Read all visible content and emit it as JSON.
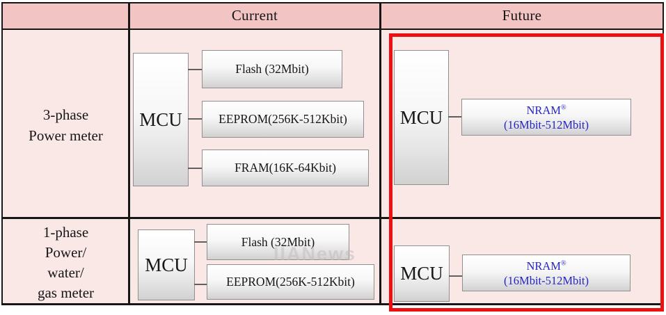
{
  "header": {
    "current": "Current",
    "future": "Future"
  },
  "rows": [
    {
      "label_lines": [
        "3-phase",
        "Power meter"
      ],
      "current": {
        "mcu": "MCU",
        "memories": [
          "Flash (32Mbit)",
          "EEPROM(256K-512Kbit)",
          "FRAM(16K-64Kbit)"
        ]
      },
      "future": {
        "mcu": "MCU",
        "nram": "NRAM",
        "nram_reg": "®",
        "nram_range": "(16Mbit-512Mbit)"
      }
    },
    {
      "label_lines": [
        "1-phase",
        "Power/",
        "water/",
        "gas meter"
      ],
      "current": {
        "mcu": "MCU",
        "memories": [
          "Flash (32Mbit)",
          "EEPROM(256K-512Kbit)"
        ]
      },
      "future": {
        "mcu": "MCU",
        "nram": "NRAM",
        "nram_reg": "®",
        "nram_range": "(16Mbit-512Mbit)"
      }
    }
  ],
  "watermark": "IIANews",
  "colors": {
    "header_bg": "#f2c4c3",
    "body_bg": "#fae8e7",
    "grid_line": "#161616",
    "highlight_red": "#ec1111",
    "nram_blue": "#2424c4"
  }
}
